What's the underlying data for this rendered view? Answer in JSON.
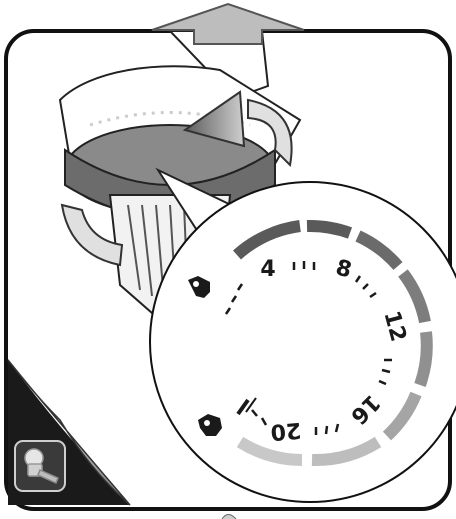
{
  "dial": {
    "torque_numbers": [
      "4",
      "8",
      "12",
      "16",
      "20"
    ],
    "clutch_icons": [
      "drill-icon",
      "screwdriver-icon"
    ],
    "band_colors": [
      "#5a5a5a",
      "#777777",
      "#9a9a9a",
      "#bdbdbd"
    ]
  },
  "arrows": {
    "top": "up-arrow-icon",
    "rotation": "rotate-arrow-icon"
  },
  "badge": {
    "icon": "screwdriver-tool-icon"
  }
}
